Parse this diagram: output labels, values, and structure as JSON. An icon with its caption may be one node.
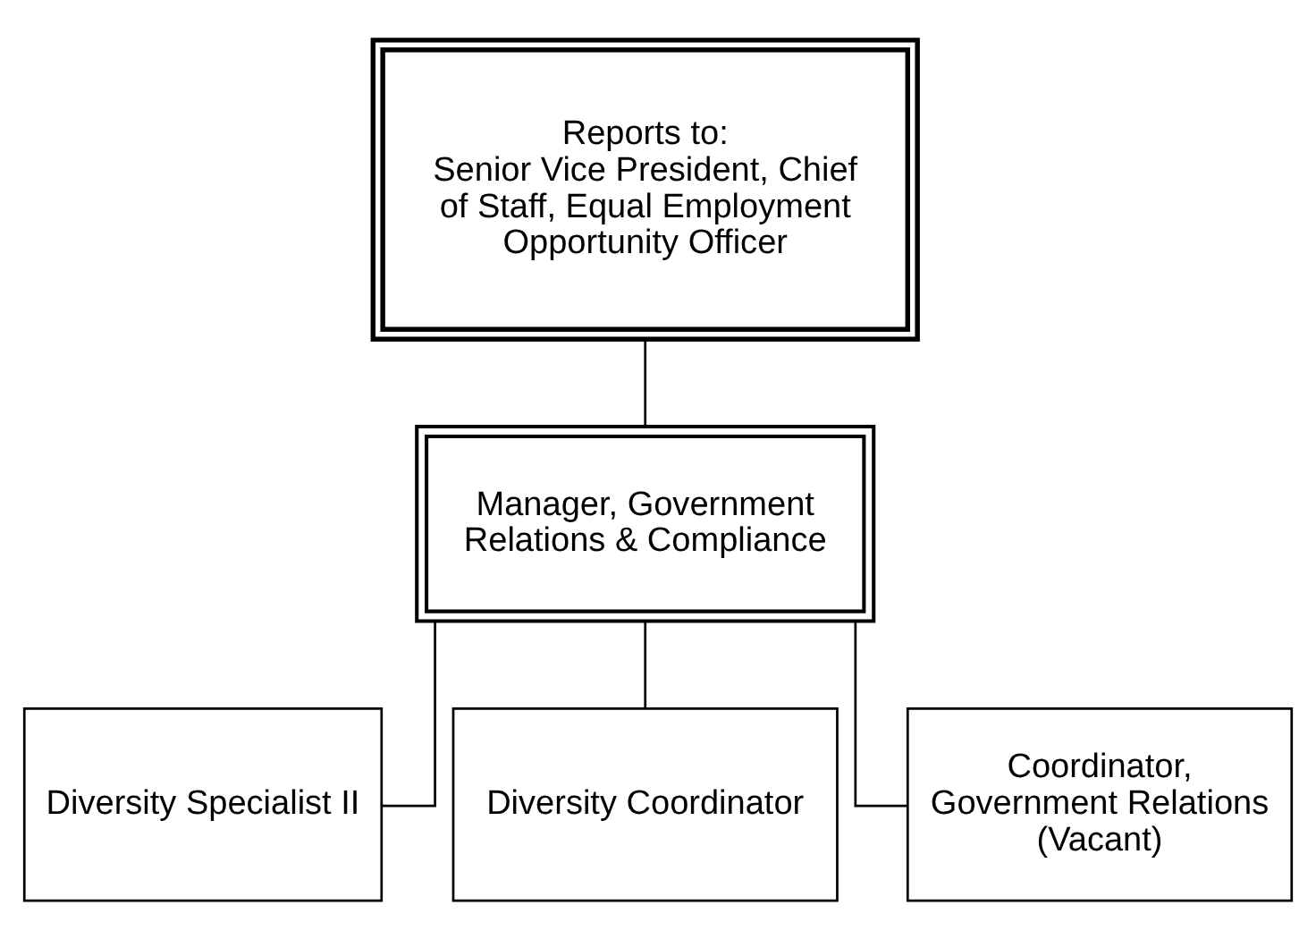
{
  "diagram": {
    "nodes": [
      {
        "text": [
          "Reports to:",
          "Senior Vice President, Chief of Staff, Equal Employment Opportunity Officer"
        ]
      },
      {
        "text": [
          "Manager, Government Relations & Compliance"
        ]
      },
      {
        "text": [
          "Diversity Specialist II"
        ]
      },
      {
        "text": [
          "Diversity Coordinator"
        ]
      },
      {
        "text": [
          "Coordinator, Government Relations (Vacant)"
        ]
      }
    ],
    "edges": [
      {
        "from": 0,
        "to": 1,
        "arrow": "none"
      },
      {
        "from": 1,
        "to": 2,
        "arrow": "none"
      },
      {
        "from": 1,
        "to": 3,
        "arrow": "none"
      },
      {
        "from": 1,
        "to": 4,
        "arrow": "none"
      }
    ]
  }
}
